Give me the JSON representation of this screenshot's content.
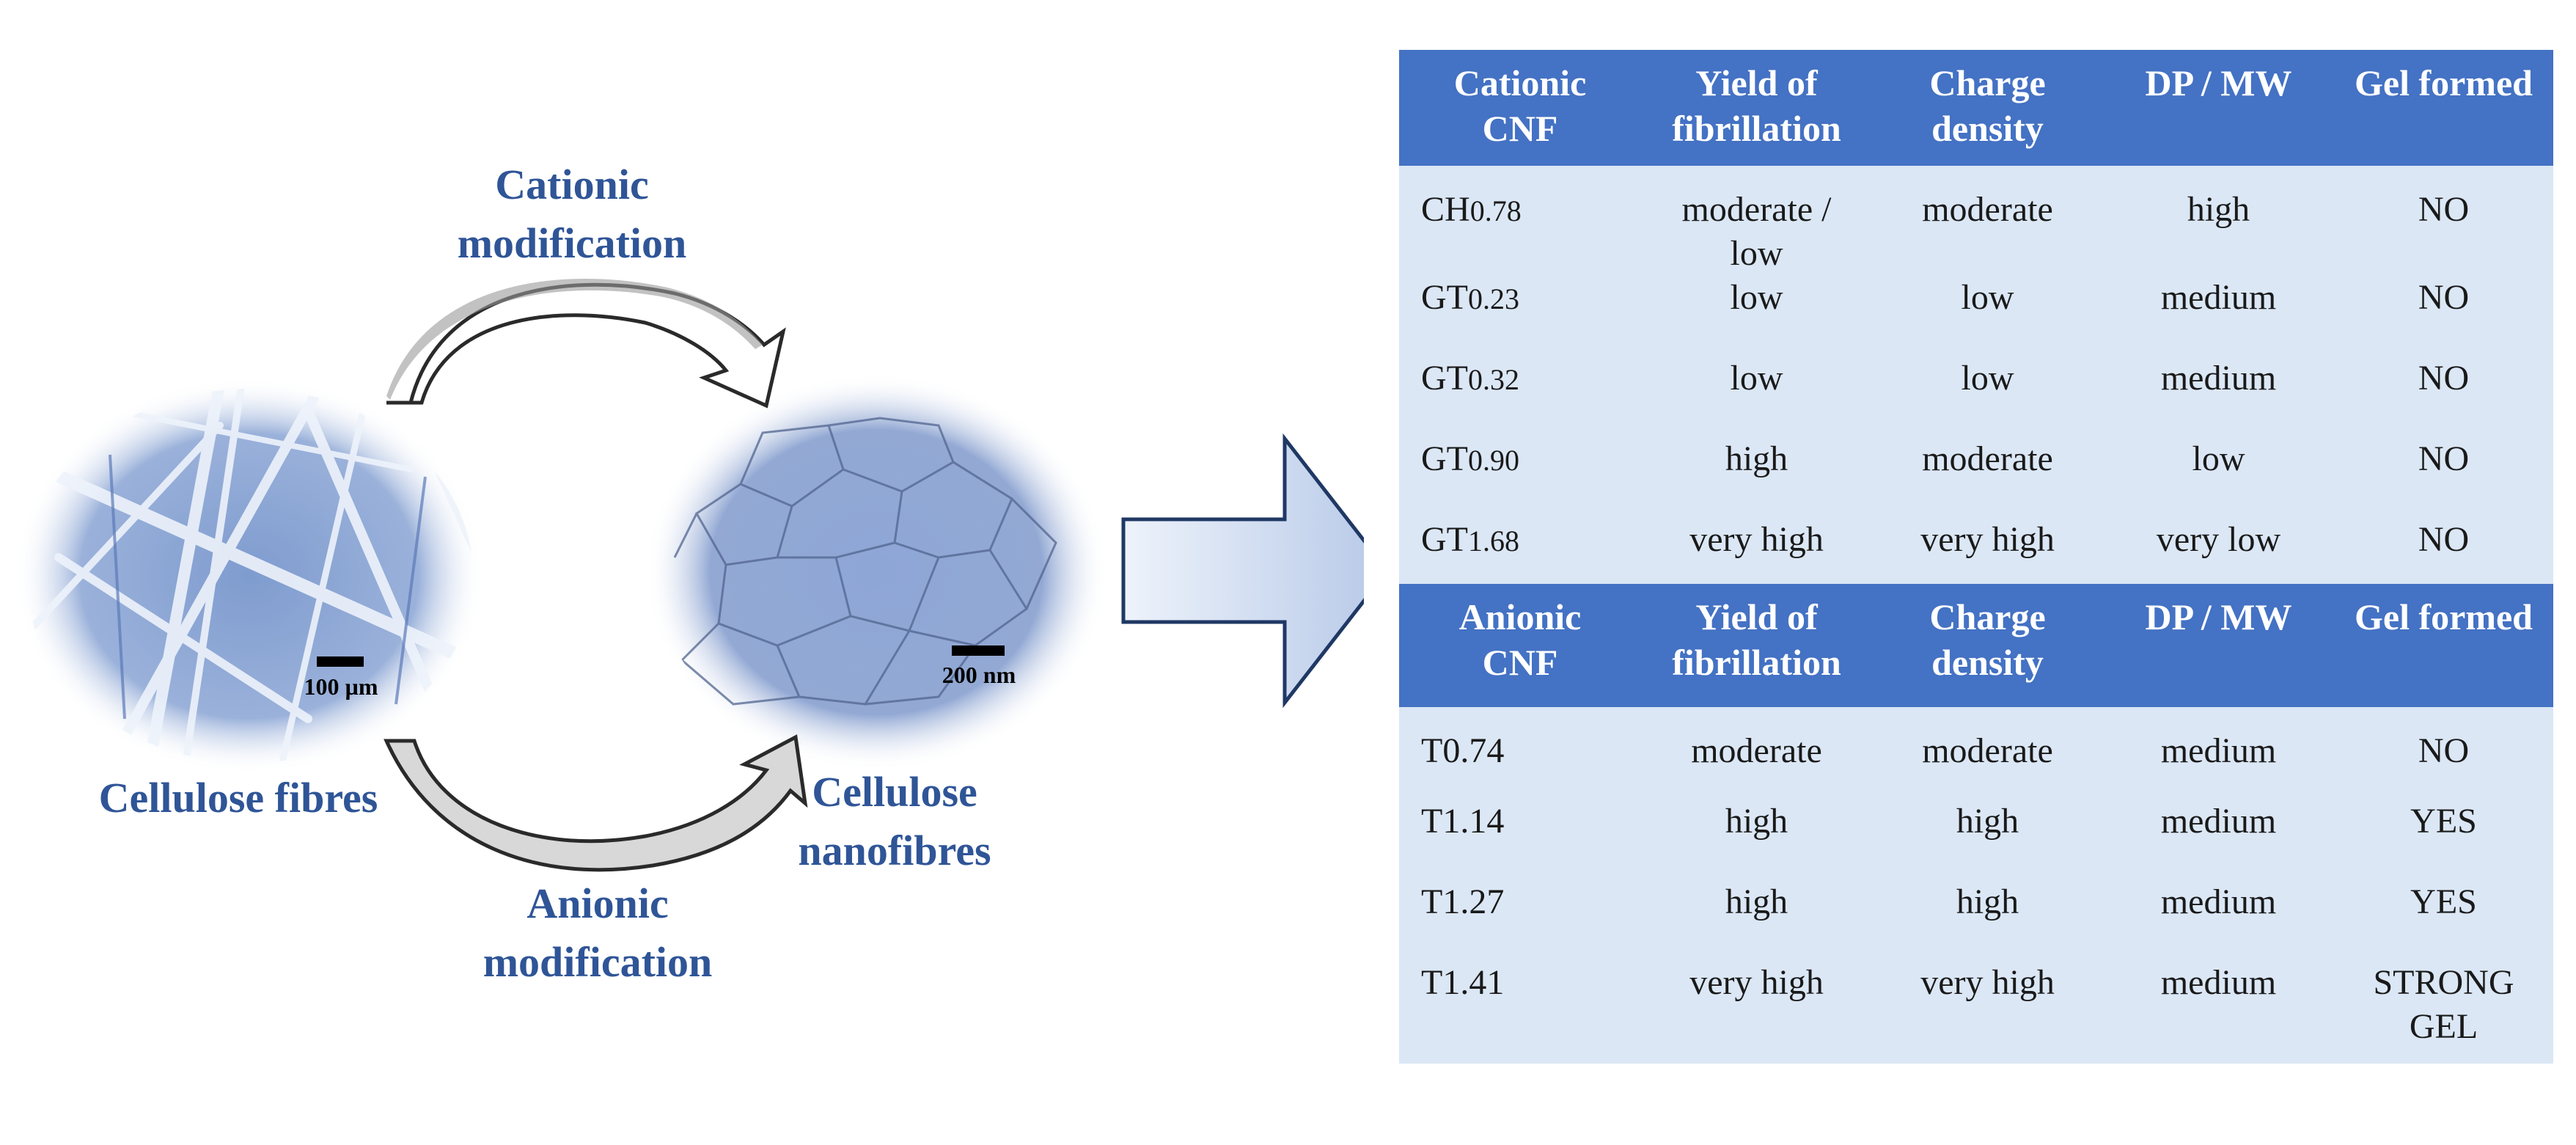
{
  "diagram": {
    "cationic_label": [
      "Cationic",
      "modification"
    ],
    "anionic_label": [
      "Anionic",
      "modification"
    ],
    "fibres_label": "Cellulose fibres",
    "nanofibres_label": [
      "Cellulose",
      "nanofibres"
    ],
    "scale_fibres": "100 µm",
    "scale_nanofibres": "200 nm"
  },
  "colors": {
    "label_blue": "#2f5597",
    "header_blue": "#4472c4",
    "row_fill": "#dbe7f5",
    "arrow_fill": "#c9d8ef"
  },
  "cationic_table": {
    "headers": [
      [
        "Cationic",
        "CNF"
      ],
      [
        "Yield of",
        "fibrillation"
      ],
      [
        "Charge",
        "density"
      ],
      [
        "DP / MW"
      ],
      [
        "Gel formed"
      ]
    ],
    "rows": [
      {
        "prefix": "CH",
        "sub": "0.78",
        "cells": [
          [
            "moderate /",
            "low"
          ],
          [
            "moderate"
          ],
          [
            "high"
          ],
          [
            "NO"
          ]
        ]
      },
      {
        "prefix": "GT",
        "sub": "0.23",
        "cells": [
          [
            "low"
          ],
          [
            "low"
          ],
          [
            "medium"
          ],
          [
            "NO"
          ]
        ]
      },
      {
        "prefix": "GT",
        "sub": "0.32",
        "cells": [
          [
            "low"
          ],
          [
            "low"
          ],
          [
            "medium"
          ],
          [
            "NO"
          ]
        ]
      },
      {
        "prefix": "GT",
        "sub": "0.90",
        "cells": [
          [
            "high"
          ],
          [
            "moderate"
          ],
          [
            "low"
          ],
          [
            "NO"
          ]
        ]
      },
      {
        "prefix": "GT",
        "sub": "1.68",
        "cells": [
          [
            "very high"
          ],
          [
            "very high"
          ],
          [
            "very low"
          ],
          [
            "NO"
          ]
        ]
      }
    ]
  },
  "anionic_table": {
    "headers": [
      [
        "Anionic",
        "CNF"
      ],
      [
        "Yield of",
        "fibrillation"
      ],
      [
        "Charge",
        "density"
      ],
      [
        "DP / MW"
      ],
      [
        "Gel formed"
      ]
    ],
    "rows": [
      {
        "prefix": "T0.74",
        "sub": "",
        "cells": [
          [
            "moderate"
          ],
          [
            "moderate"
          ],
          [
            "medium"
          ],
          [
            "NO"
          ]
        ]
      },
      {
        "prefix": "T1.14",
        "sub": "",
        "cells": [
          [
            "high"
          ],
          [
            "high"
          ],
          [
            "medium"
          ],
          [
            "YES"
          ]
        ]
      },
      {
        "prefix": "T1.27",
        "sub": "",
        "cells": [
          [
            "high"
          ],
          [
            "high"
          ],
          [
            "medium"
          ],
          [
            "YES"
          ]
        ]
      },
      {
        "prefix": "T1.41",
        "sub": "",
        "cells": [
          [
            "very high"
          ],
          [
            "very high"
          ],
          [
            "medium"
          ],
          [
            "STRONG",
            "GEL"
          ]
        ]
      }
    ]
  }
}
